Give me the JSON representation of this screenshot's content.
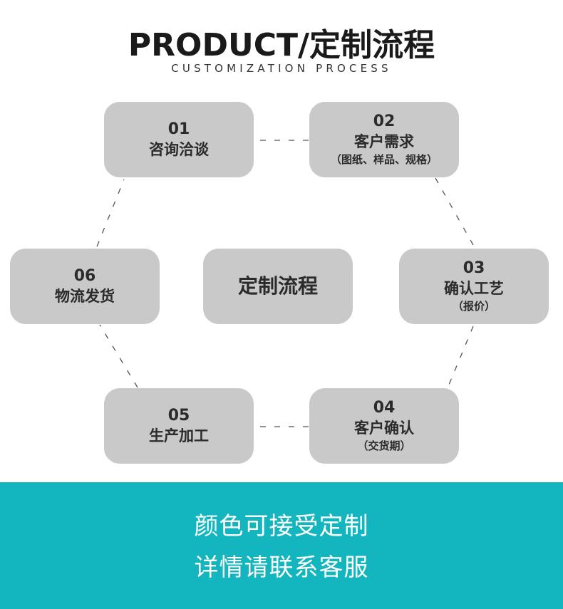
{
  "header": {
    "title": "PRODUCT/定制流程",
    "subtitle": "CUSTOMIZATION PROCESS"
  },
  "center": {
    "label": "定制流程"
  },
  "steps": [
    {
      "num": "01",
      "label": "咨询洽谈",
      "sub": ""
    },
    {
      "num": "02",
      "label": "客户需求",
      "sub": "（图纸、样品、规格）"
    },
    {
      "num": "03",
      "label": "确认工艺",
      "sub": "（报价）"
    },
    {
      "num": "04",
      "label": "客户确认",
      "sub": "（交货期）"
    },
    {
      "num": "05",
      "label": "生产加工",
      "sub": ""
    },
    {
      "num": "06",
      "label": "物流发货",
      "sub": ""
    }
  ],
  "banner": {
    "line1": "颜色可接受定制",
    "line2": "详情请联系客服"
  },
  "colors": {
    "node": "#c9c9c9",
    "banner": "#13b5be",
    "connector": "#555555"
  }
}
